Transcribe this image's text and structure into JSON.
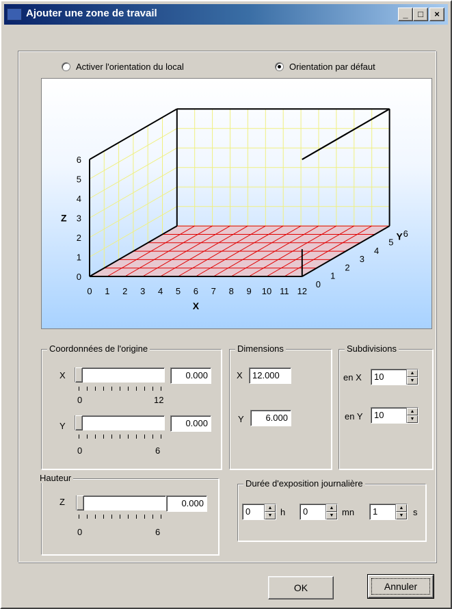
{
  "window": {
    "title": "Ajouter une zone de travail",
    "minimize_label": "_",
    "maximize_label": "□",
    "close_label": "×"
  },
  "orientation": {
    "option_local": "Activer l'orientation du local",
    "option_default": "Orientation par défaut",
    "selected": "default"
  },
  "chart_data": {
    "type": "3d-grid",
    "x_ticks": [
      "0",
      "1",
      "2",
      "3",
      "4",
      "5",
      "6",
      "7",
      "8",
      "9",
      "10",
      "11",
      "12"
    ],
    "y_ticks": [
      "0",
      "1",
      "2",
      "3",
      "4",
      "5",
      "6"
    ],
    "z_ticks": [
      "0",
      "1",
      "2",
      "3",
      "4",
      "5",
      "6"
    ],
    "xlabel": "X",
    "ylabel": "Y",
    "zlabel": "Z",
    "xlim": [
      0,
      12
    ],
    "ylim": [
      0,
      6
    ],
    "zlim": [
      0,
      6
    ],
    "colors": {
      "floor_grid": "#e00000",
      "wall_grid": "#f0f080",
      "edges": "#000000"
    }
  },
  "origin": {
    "legend": "Coordonnées de l'origine",
    "x_label": "X",
    "x_value": "0.000",
    "x_slider_min": "0",
    "x_slider_max": "12",
    "x_position": 0,
    "y_label": "Y",
    "y_value": "0.000",
    "y_slider_min": "0",
    "y_slider_max": "6",
    "y_position": 0
  },
  "dimensions": {
    "legend": "Dimensions",
    "x_label": "X",
    "x_value": "12.000",
    "y_label": "Y",
    "y_value": "6.000"
  },
  "subdivisions": {
    "legend": "Subdivisions",
    "x_label": "en X",
    "x_value": "10",
    "y_label": "en Y",
    "y_value": "10"
  },
  "height": {
    "legend": "Hauteur",
    "z_label": "Z",
    "z_value": "0.000",
    "z_slider_min": "0",
    "z_slider_max": "6",
    "z_position": 0
  },
  "exposure": {
    "legend": "Durée d'exposition journalière",
    "hours_value": "0",
    "hours_unit": "h",
    "minutes_value": "0",
    "minutes_unit": "mn",
    "seconds_value": "1",
    "seconds_unit": "s"
  },
  "buttons": {
    "ok": "OK",
    "cancel": "Annuler"
  }
}
